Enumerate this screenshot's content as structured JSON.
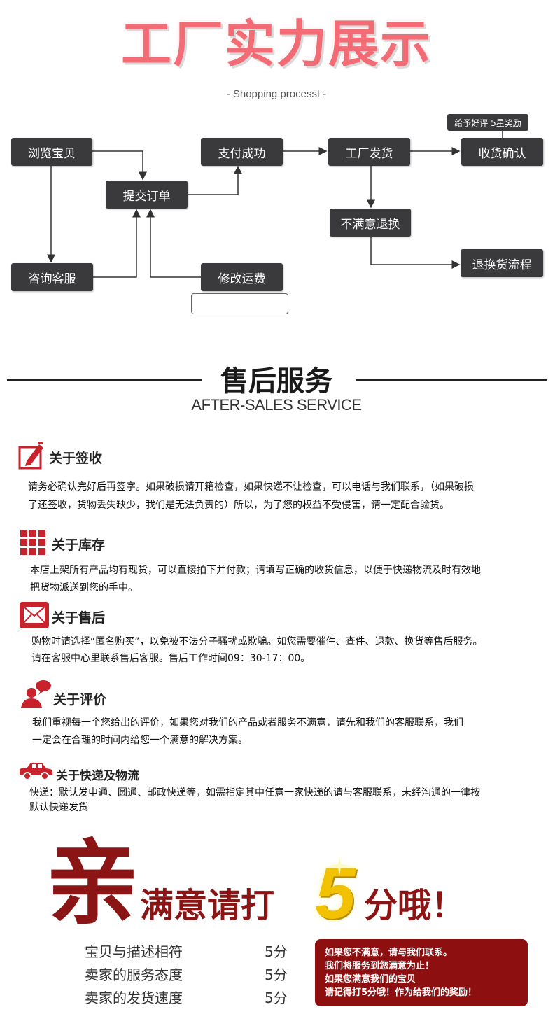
{
  "header": {
    "title": "工厂实力展示",
    "subtitle": "- Shopping processt -"
  },
  "flow": {
    "browse": "浏览宝贝",
    "submit_order": "提交订单",
    "pay_success": "支付成功",
    "factory_ship": "工厂发货",
    "confirm_receipt": "收货确认",
    "good_review_tag": "给予好评 5星奖励",
    "unsatisfied_return": "不满意退换",
    "return_process": "退换货流程",
    "consult_service": "咨询客服",
    "modify_freight": "修改运费"
  },
  "after_sales": {
    "title": "售后服务",
    "subtitle": "AFTER-SALES SERVICE"
  },
  "sections": {
    "sign": {
      "title": "关于签收",
      "line1": "请务必确认完好后再签字。如果破损请开箱检查，如果快递不让检查，可以电话与我们联系，（如果破损",
      "line2": "了还签收，货物丢失缺少，我们是无法负责的）所以，为了您的权益不受侵害，请一定配合验货。"
    },
    "stock": {
      "title": "关于库存",
      "line1": "本店上架所有产品均有现货，可以直接拍下并付款；请填写正确的收货信息，以便于快递物流及时有效地",
      "line2": "把货物派送到您的手中。"
    },
    "service": {
      "title": "关于售后",
      "line1": "购物时请选择“匿名购买”，以免被不法分子骚扰或欺骗。如您需要催件、查件、退款、换货等售后服务。",
      "line2": "请在客服中心里联系售后客服。售后工作时间09：30-17：00。"
    },
    "review": {
      "title": "关于评价",
      "line1": "我们重视每一个您给出的评价，如果您对我们的产品或者服务不满意，请先和我们的客服联系，我们",
      "line2": "一定会在合理的时间内给您一个满意的解决方案。"
    },
    "delivery": {
      "title": "关于快递及物流",
      "line1": "快递：默认发申通、圆通、邮政快递等，如需指定其中任意一家快递的请与客服联系，未经沟通的一律按",
      "line2": "默认快递发货"
    }
  },
  "rating": {
    "qin": "亲",
    "please_rate": "满意请打",
    "five": "5",
    "suffix": "分哦！",
    "items": [
      {
        "label": "宝贝与描述相符",
        "score": "5分"
      },
      {
        "label": "卖家的服务态度",
        "score": "5分"
      },
      {
        "label": "卖家的发货速度",
        "score": "5分"
      }
    ],
    "panel": {
      "line1": "如果您不满意，请与我们联系。",
      "line2": "我们将服务到您满意为止！",
      "line3": "如果您满意我们的宝贝",
      "line4": "请记得打5分哦！作为给我们的奖励！"
    }
  },
  "colors": {
    "title_pink": "#f36b74",
    "flow_box": "#3a3a3c",
    "brand_red": "#8b1414",
    "icon_red": "#c8232c",
    "gold": "#f2c200"
  }
}
